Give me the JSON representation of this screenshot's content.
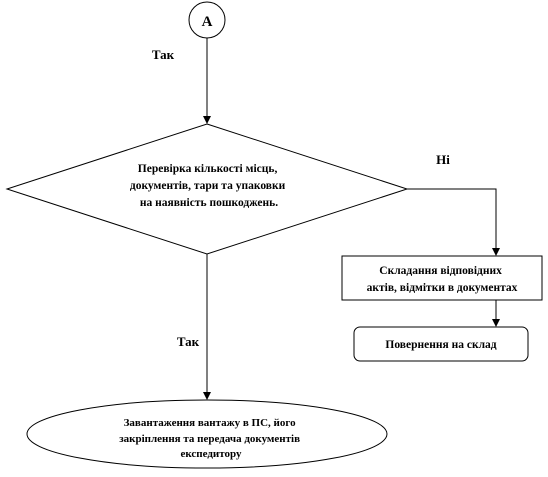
{
  "diagram": {
    "connector_label": "А",
    "edge_yes_top": "Так",
    "edge_no": "Ні",
    "edge_yes_bottom": "Так",
    "decision": {
      "lines": [
        "Перевірка кількості місць,",
        "документів, тари та упаковки",
        "на наявність пошкоджень."
      ]
    },
    "process_acts": {
      "lines": [
        "Складання відповідних",
        "актів, відмітки в документах"
      ]
    },
    "process_return": {
      "lines": [
        "Повернення на склад"
      ]
    },
    "terminal_loading": {
      "lines": [
        "Завантаження вантажу в ПС, його",
        "закріплення та передача документів",
        "експедитору"
      ]
    },
    "colors": {
      "stroke": "#000000",
      "fill": "#ffffff",
      "text": "#000000"
    }
  }
}
